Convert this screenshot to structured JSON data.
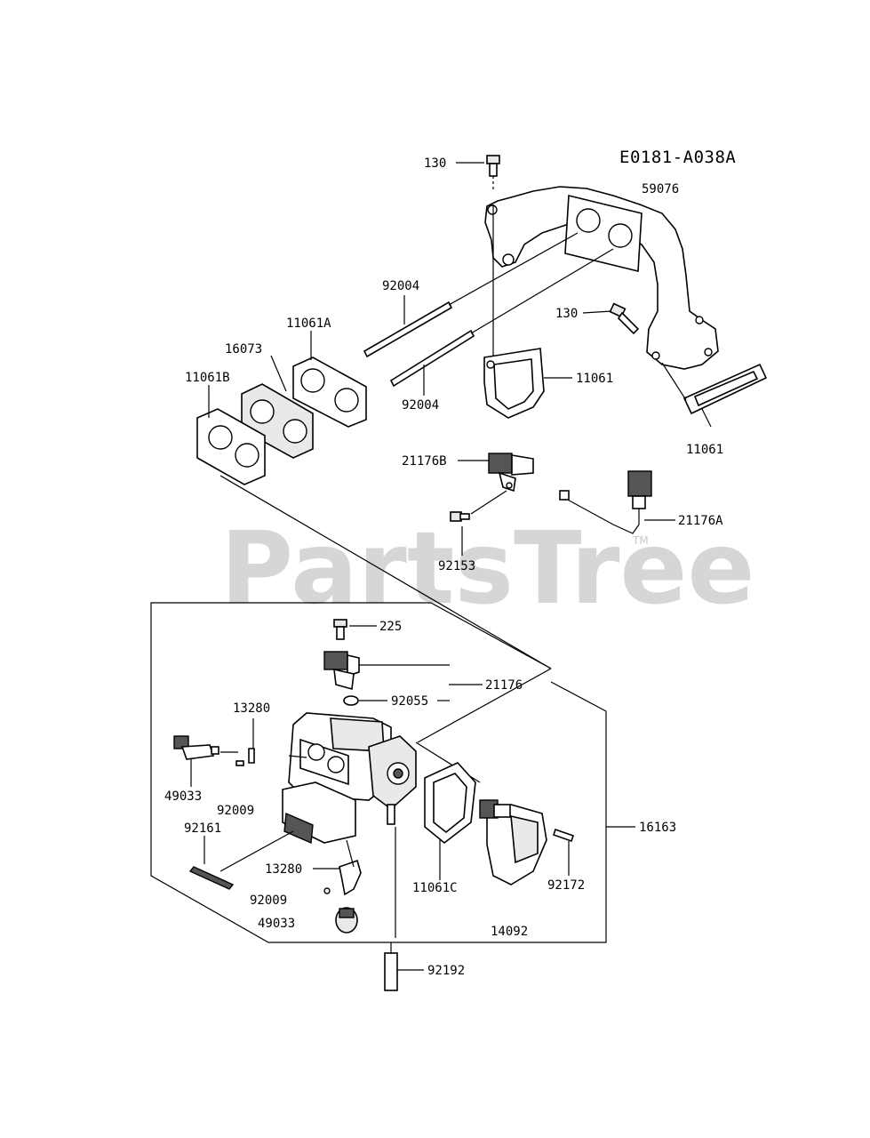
{
  "diagram_code": "E0181-A038A",
  "watermark": "PartsTree",
  "watermark_tm": "TM",
  "labels": [
    "130",
    "59076",
    "92004",
    "11061A",
    "16073",
    "130",
    "11061B",
    "11061",
    "92004",
    "11061",
    "21176B",
    "21176A",
    "92153",
    "225",
    "21176",
    "92055",
    "13280",
    "49033",
    "92009",
    "16163",
    "92161",
    "13280",
    "11061C",
    "92172",
    "92009",
    "49033",
    "14092",
    "92192"
  ]
}
